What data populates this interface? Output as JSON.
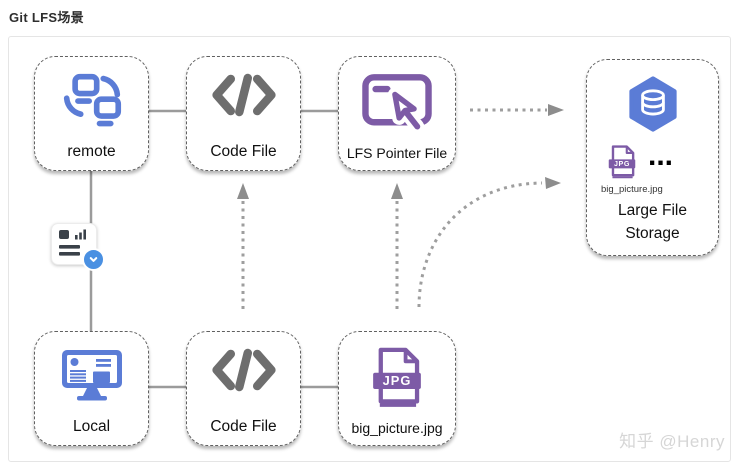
{
  "title": "Git LFS场景",
  "watermark": "知乎 @Henry",
  "diagram": {
    "nodes": {
      "remote": {
        "label": "remote"
      },
      "code_file_top": {
        "label": "Code File"
      },
      "lfs_pointer_file": {
        "label": "LFS Pointer File"
      },
      "local": {
        "label": "Local"
      },
      "code_file_bottom": {
        "label": "Code File"
      },
      "big_picture_jpg": {
        "label": "big_picture.jpg",
        "badge": "JPG"
      },
      "large_file_storage": {
        "label": "Large File Storage",
        "file_caption": "big_picture.jpg",
        "badge": "JPG",
        "ellipsis": "..."
      }
    },
    "edges": [
      {
        "from": "remote",
        "to": "code_file_top",
        "style": "solid-line"
      },
      {
        "from": "code_file_top",
        "to": "lfs_pointer_file",
        "style": "solid-line"
      },
      {
        "from": "remote",
        "to": "local",
        "style": "solid-line"
      },
      {
        "from": "local",
        "to": "code_file_bottom",
        "style": "solid-line"
      },
      {
        "from": "code_file_bottom",
        "to": "big_picture_jpg",
        "style": "solid-line"
      },
      {
        "from": "code_file_bottom",
        "to": "code_file_top",
        "style": "dotted-arrow"
      },
      {
        "from": "big_picture_jpg",
        "to": "lfs_pointer_file",
        "style": "dotted-arrow"
      },
      {
        "from": "lfs_pointer_file",
        "to": "large_file_storage",
        "style": "dotted-arrow"
      },
      {
        "from": "big_picture_jpg",
        "to": "large_file_storage",
        "style": "dotted-arrow-curved"
      }
    ],
    "colors": {
      "blue": "#5B7CD6",
      "purple": "#7D5BA6",
      "icon_gray": "#6E6E6E",
      "connector_gray": "#9B9B9B"
    }
  }
}
